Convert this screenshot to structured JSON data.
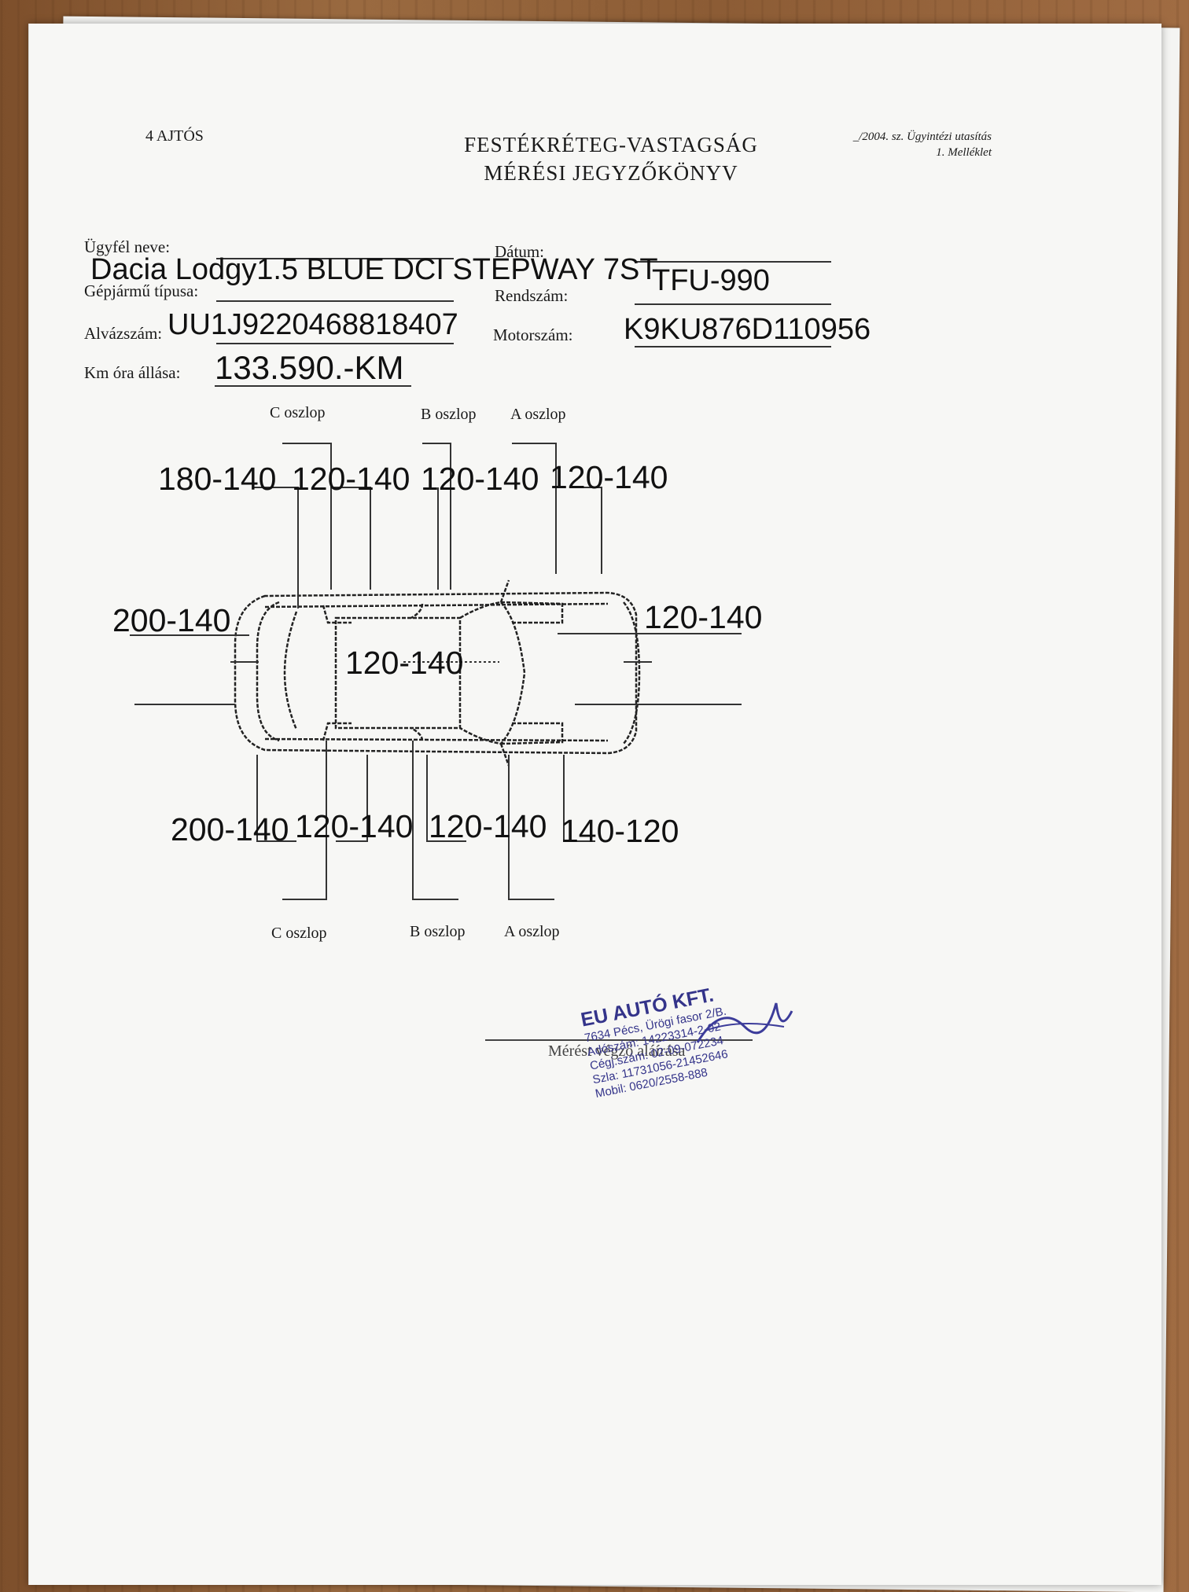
{
  "header": {
    "door_count": "4 AJTÓS",
    "title_line1": "FESTÉKRÉTEG-VASTAGSÁG",
    "title_line2": "MÉRÉSI JEGYZŐKÖNYV",
    "ref_line1": "_/2004. sz. Ügyintézi utasítás",
    "ref_line2": "1. Melléklet"
  },
  "fields": {
    "customer_label": "Ügyfél neve:",
    "date_label": "Dátum:",
    "vehicle_type_label": "Gépjármű típusa:",
    "vehicle_type_value": "Dacia Lodgy1.5 BLUE DCI STEPWAY 7ST",
    "plate_label": "Rendszám:",
    "plate_value": "TFU-990",
    "vin_label": "Alvázszám:",
    "vin_value": "UU1J9220468818407",
    "engine_label": "Motorszám:",
    "engine_value": "K9KU876D110956",
    "odometer_label": "Km óra állása:",
    "odometer_value": "133.590.-KM"
  },
  "pillars": {
    "top_c": "C oszlop",
    "top_b": "B oszlop",
    "top_a": "A oszlop",
    "bottom_c": "C oszlop",
    "bottom_b": "B oszlop",
    "bottom_a": "A oszlop"
  },
  "measurements": {
    "top_rear_quarter": "180-140",
    "top_rear_door_c": "120-140",
    "top_rear_door_b": "120-140",
    "top_front_door": "120-140",
    "rear": "200-140",
    "roof": "120-140",
    "hood": "120-140",
    "bottom_rear_quarter": "200-140",
    "bottom_rear_door_c": "120-140",
    "bottom_rear_door_b": "120-140",
    "bottom_front_fender": "140-120"
  },
  "signature": {
    "label": "Mérést végző aláírása"
  },
  "stamp": {
    "company": "EU AUTÓ KFT.",
    "address": "7634 Pécs, Ürögi fasor 2/B.",
    "tax": "Adószám: 14223314-2-02",
    "reg": "Cégj.szám: 02-09-072234",
    "bank": "Szla: 11731056-21452646",
    "mobile": "Mobil: 0620/2558-888"
  }
}
